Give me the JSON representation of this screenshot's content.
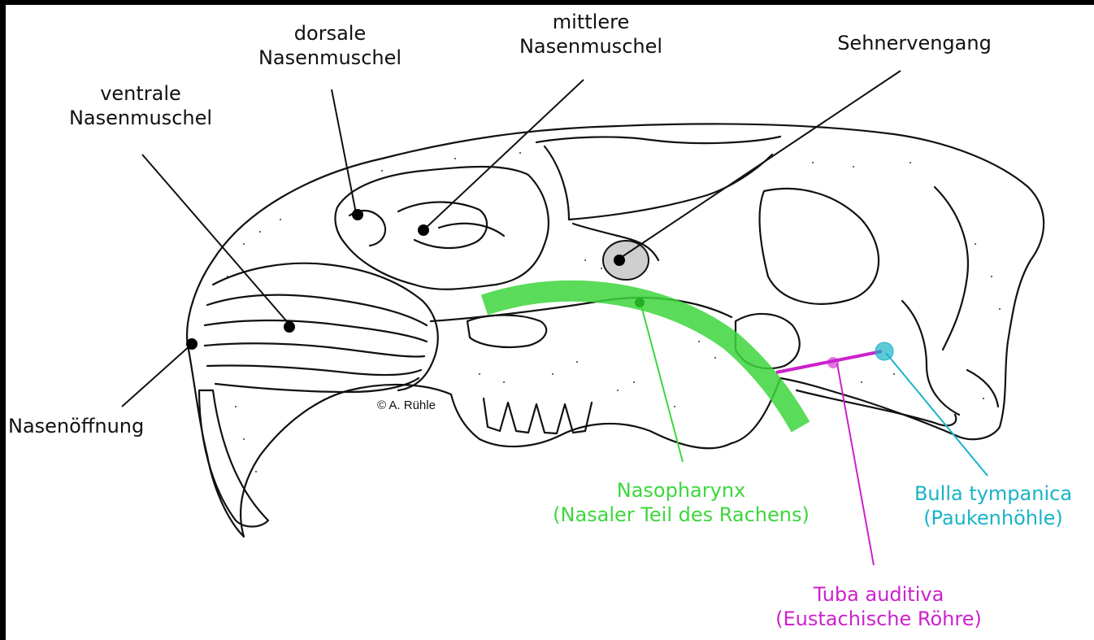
{
  "labels": {
    "dorsale": [
      "dorsale",
      "Nasenmuschel"
    ],
    "mittlere": [
      "mittlere",
      "Nasenmuschel"
    ],
    "ventrale": [
      "ventrale",
      "Nasenmuschel"
    ],
    "sehnerv": "Sehnervengang",
    "nasenoeffnung": "Nasenöffnung",
    "nasopharynx": [
      "Nasopharynx",
      "(Nasaler Teil des Rachens)"
    ],
    "bulla": [
      "Bulla tympanica",
      "(Paukenhöhle)"
    ],
    "tuba": [
      "Tuba auditiva",
      "(Eustachische Röhre)"
    ]
  },
  "copyright": "© A. Rühle",
  "colors": {
    "nasopharynx": "#3dd63d",
    "bulla": "#19b3c7",
    "tuba": "#cc22cc",
    "ink": "#111111",
    "sehnerv_fill": "#cfcfcf"
  }
}
